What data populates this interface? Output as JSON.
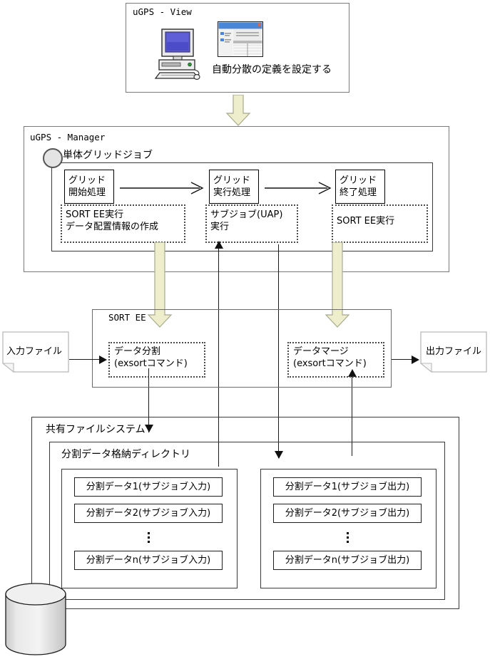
{
  "diagram": {
    "title_view": "uGPS - View",
    "view_caption": "自動分散の定義を設定する",
    "title_manager": "uGPS - Manager",
    "manager_job_label": "単体グリッドジョブ",
    "grid_steps": [
      {
        "box": "グリッド\n開始処理",
        "note": "SORT EE実行\nデータ配置情報の作成"
      },
      {
        "box": "グリッド\n実行処理",
        "note": "サブジョブ(UAP)\n実行"
      },
      {
        "box": "グリッド\n終了処理",
        "note": "SORT EE実行"
      }
    ],
    "sort_ee": {
      "title": "SORT EE",
      "split": "データ分割\n(exsortコマンド)",
      "merge": "データマージ\n(exsortコマンド)"
    },
    "files": {
      "input": "入力ファイル",
      "output": "出力ファイル"
    },
    "filesystem": {
      "title": "共有ファイルシステム",
      "directory_title": "分割データ格納ディレクトリ",
      "input_group": [
        "分割データ1(サブジョブ入力)",
        "分割データ2(サブジョブ入力)",
        "分割データn(サブジョブ入力)"
      ],
      "output_group": [
        "分割データ1(サブジョブ出力)",
        "分割データ2(サブジョブ出力)",
        "分割データn(サブジョブ出力)"
      ],
      "ellipsis": "⋮"
    },
    "icons": {
      "desktop_computer": "desktop-computer-icon",
      "application_window": "application-window-icon",
      "storage_cylinder": "storage-cylinder-icon"
    },
    "colors": {
      "fat_arrow_fill": "#eeeecd",
      "fat_arrow_stroke": "#a9a98f",
      "box_stroke": "#7a7a7a",
      "line": "#1a1a1a",
      "window_titlebar": "#4a86d8"
    }
  }
}
